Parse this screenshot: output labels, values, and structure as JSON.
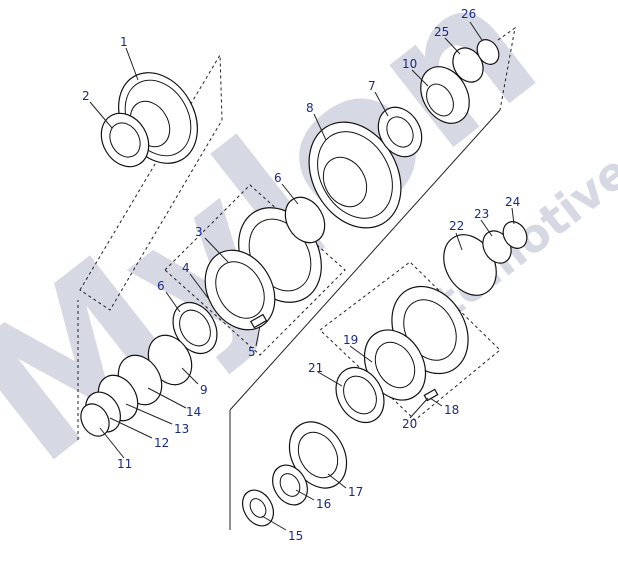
{
  "watermark": {
    "main": "Mylon",
    "sub": "automotive"
  },
  "callouts": [
    "1",
    "2",
    "3",
    "4",
    "5",
    "6",
    "6",
    "7",
    "8",
    "9",
    "10",
    "11",
    "12",
    "13",
    "14",
    "15",
    "16",
    "17",
    "18",
    "19",
    "20",
    "21",
    "22",
    "23",
    "24",
    "25",
    "26"
  ],
  "colors": {
    "callout": "#1a2a8a",
    "line": "#222222",
    "watermark": "#c9cbdc"
  }
}
